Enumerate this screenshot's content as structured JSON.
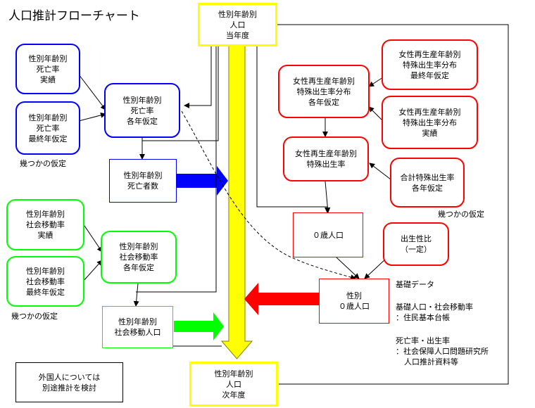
{
  "title": "人口推計フローチャート",
  "boxes": {
    "pop_current": "性別年齢別\n人口\n当年度",
    "pop_next": "性別年齢別\n人口\n次年度",
    "death_actual": "性別年齢別\n死亡率\n実績",
    "death_final": "性別年齢別\n死亡率\n最終年仮定",
    "death_each": "性別年齢別\n死亡率\n各年仮定",
    "deaths": "性別年齢別\n死亡者数",
    "mig_actual": "性別年齢別\n社会移動率\n実績",
    "mig_final": "性別年齢別\n社会移動率\n最終年仮定",
    "mig_each": "性別年齢別\n社会移動率\n各年仮定",
    "mig_pop": "性別年齢別\n社会移動人口",
    "fert_dist_final": "女性再生産年齢別\n特殊出生率分布\n最終年仮定",
    "fert_dist_each": "女性再生産年齢別\n特殊出生率分布\n各年仮定",
    "fert_dist_actual": "女性再生産年齢別\n特殊出生率分布\n実績",
    "fert_rate": "女性再生産年齢別\n特殊出生率",
    "tfr_each": "合計特殊出生率\n各年仮定",
    "age0": "０歳人口",
    "sex_ratio": "出生性比\n（一定）",
    "age0_sex": "性別\n０歳人口",
    "foreign": "外国人については\n別途推計を検討"
  },
  "labels": {
    "assume_death": "幾つかの仮定",
    "assume_mig": "幾つかの仮定",
    "assume_fert": "幾つかの仮定",
    "base_data": "基礎データ",
    "base_pop": "基礎人口・社会移動率",
    "base_pop_src": "：住民基本台帳",
    "death_birth": "死亡率・出生率",
    "death_birth_src1": "：社会保障人口問題研究所",
    "death_birth_src2": "人口推計資料等"
  }
}
